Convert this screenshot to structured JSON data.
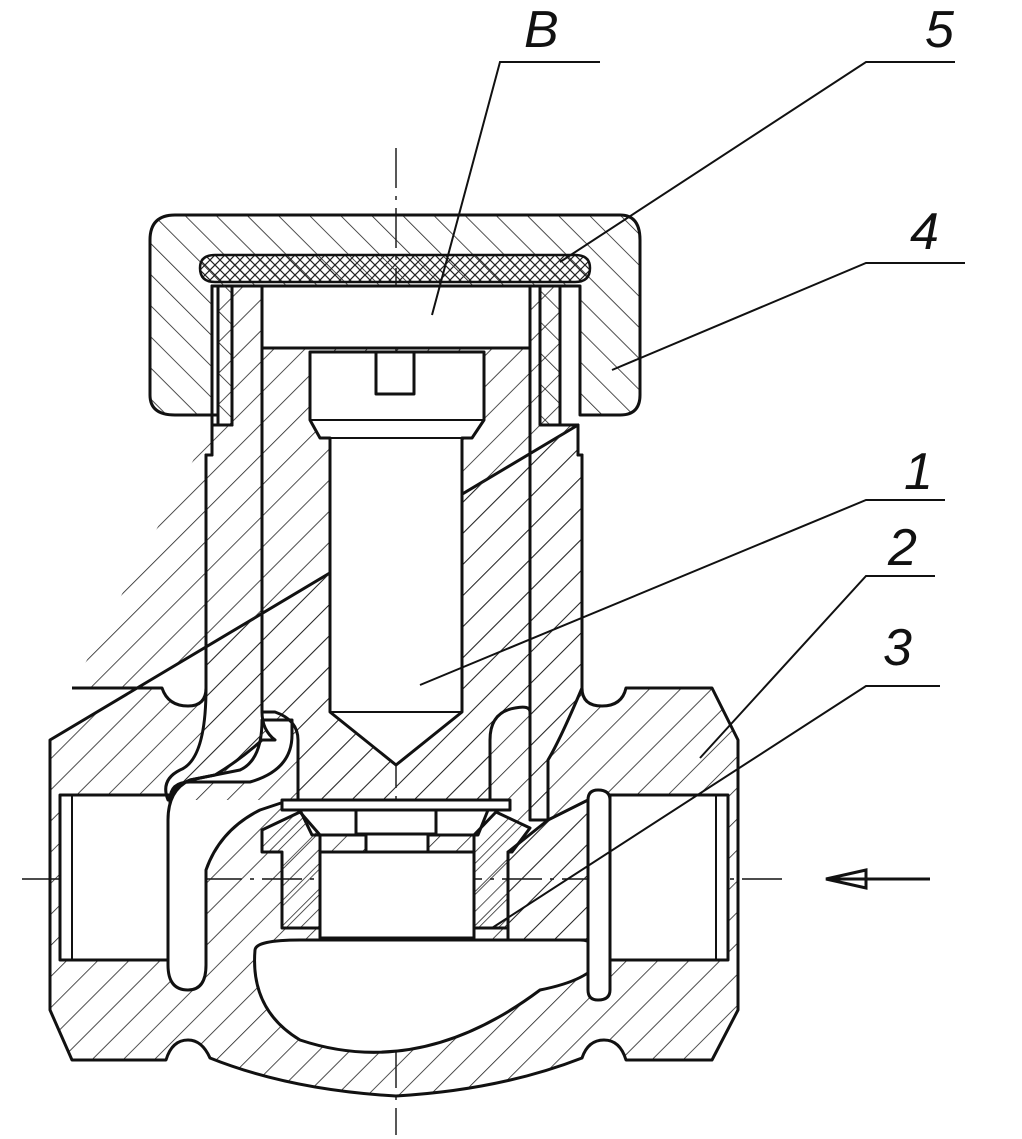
{
  "figure": {
    "callouts": {
      "b": "B",
      "five": "5",
      "four": "4",
      "one": "1",
      "two": "2",
      "three": "3"
    },
    "flow_direction": "right-to-left",
    "colors": {
      "line": "#111111",
      "hatch": "#222222",
      "background": "#ffffff"
    }
  }
}
